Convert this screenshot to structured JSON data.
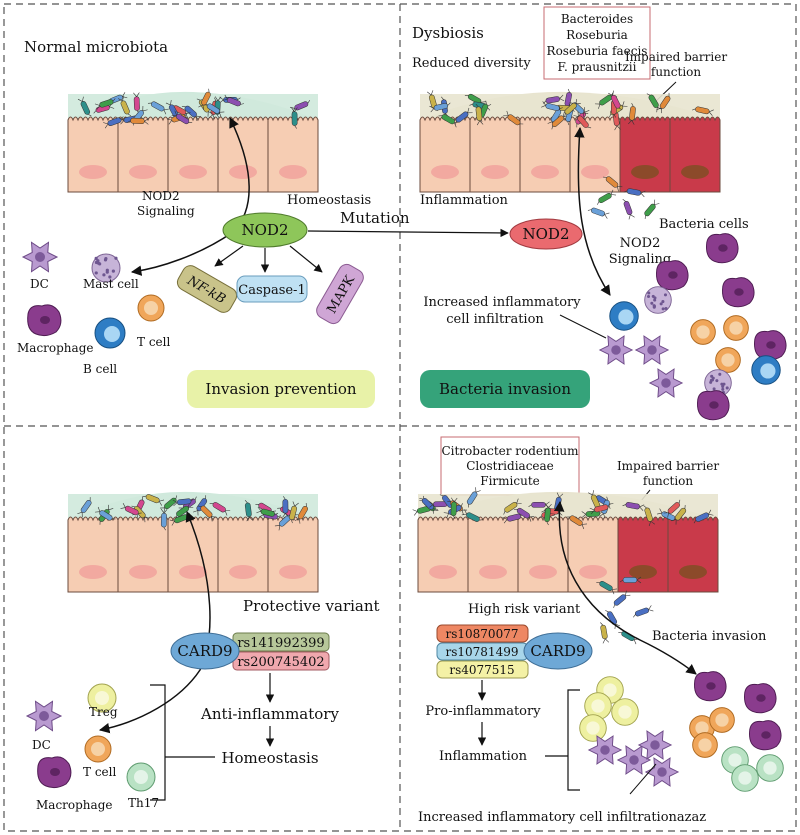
{
  "panel_tl": {
    "title": "Normal microbiota",
    "nod2_signaling": [
      "NOD2",
      "Signaling"
    ],
    "homeostasis": "Homeostasis",
    "nod2": "NOD2",
    "nfkb": "NF-kB",
    "caspase": "Caspase-1",
    "mapk": "MAPK",
    "cells": {
      "dc": "DC",
      "mast": "Mast cell",
      "macrophage": "Macrophage",
      "tcell": "T cell",
      "bcell": "B  cell"
    },
    "outcome": "Invasion prevention"
  },
  "panel_tr": {
    "title": "Dysbiosis",
    "subtitle": "Reduced diversity",
    "bacteria_list": [
      "Bacteroides",
      "Roseburia",
      "Roseburia faecis",
      "F. prausnitzii"
    ],
    "barrier": [
      "Impaired barrier",
      "function"
    ],
    "inflammation": "Inflammation",
    "mutation": "Mutation",
    "nod2": "NOD2",
    "bacteria_cells": "Bacteria cells",
    "nod2_signaling": [
      "NOD2",
      "Signaling"
    ],
    "infiltration": [
      "Increased  inflammatory",
      "cell infiltration"
    ],
    "outcome": "Bacteria invasion"
  },
  "panel_bl": {
    "protective": "Protective variant",
    "card9": "CARD9",
    "variants": [
      "rs141992399",
      "rs200745402"
    ],
    "anti": "Anti-inflammatory",
    "homeostasis": "Homeostasis",
    "cells": {
      "treg": "Treg",
      "dc": "DC",
      "tcell": "T cell",
      "macrophage": "Macrophage",
      "th17": "Th17"
    }
  },
  "panel_br": {
    "bacteria_list": [
      "Citrobacter rodentium",
      "Clostridiaceae",
      "Firmicute"
    ],
    "barrier": [
      "Impaired barrier",
      "function"
    ],
    "high_risk": "High risk variant",
    "card9": "CARD9",
    "variants": [
      "rs10870077",
      "rs10781499",
      "rs4077515"
    ],
    "bacteria_invasion": "Bacteria invasion",
    "pro": "Pro-inflammatory",
    "inflammation": "Inflammation",
    "infiltration": "Increased  inflammatory  cell  infiltrationazaz"
  },
  "colors": {
    "epithelium": "#f6cdb3",
    "epithelium_border": "#6b4b3e",
    "nucleus": "#f2a9a0",
    "damaged_cell": "#c93a4a",
    "mucus_normal": "#cfe9dc",
    "mucus_dysbiosis": "#e8e4cf",
    "nod2": "#8ec65a",
    "nod2_mutant": "#ea6a6f",
    "outcome_prevention": "#e8f2a8",
    "outcome_invasion": "#35a37a",
    "card9": "#6ea8d6",
    "macrophage": "#8a3c8d"
  }
}
